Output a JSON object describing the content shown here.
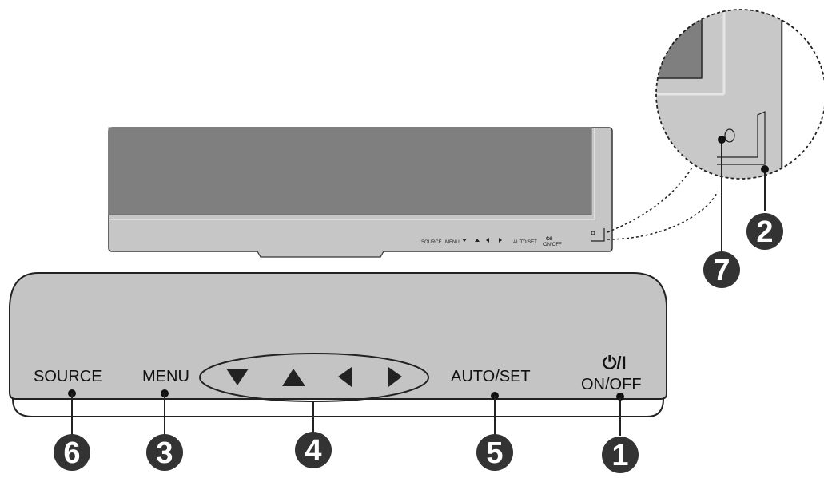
{
  "monitor": {
    "mini_labels": {
      "source": "SOURCE",
      "menu": "MENU",
      "auto_set": "AUTO/SET",
      "power_symbol": "⏻/I",
      "on_off": "ON/OFF"
    }
  },
  "panel": {
    "labels": {
      "source": "SOURCE",
      "menu": "MENU",
      "auto_set": "AUTO/SET",
      "power_symbol": "⏻/I",
      "on_off": "ON/OFF"
    }
  },
  "callouts": {
    "c1": "1",
    "c2": "2",
    "c3": "3",
    "c4": "4",
    "c5": "5",
    "c6": "6",
    "c7": "7"
  },
  "icons": [
    "down-arrow-icon",
    "up-arrow-icon",
    "left-arrow-icon",
    "right-arrow-icon",
    "power-icon"
  ],
  "colors": {
    "screen": "#7f7f7f",
    "bezel": "#c6c6c6",
    "panel": "#c4c4c4",
    "callout": "#333333"
  }
}
